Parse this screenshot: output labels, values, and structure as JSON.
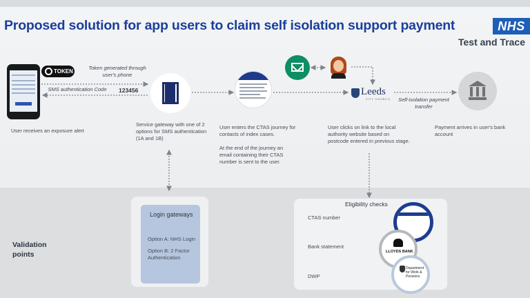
{
  "header": {
    "title": "Proposed solution for app users to claim self isolation support payment",
    "logo_text": "NHS",
    "subtitle": "Test and Trace"
  },
  "flow": {
    "token_badge": "TOKEN",
    "token_label": "Token generated through user's phone",
    "sms_label": "SMS authentication Code",
    "sms_code": "123456",
    "leeds_logo": "Leeds",
    "leeds_sub": "CITY COUNCIL",
    "payment_label": "Self-isolation payment transfer",
    "steps": [
      "User receives an exposure alert",
      "Service gateway with one of 2 options for SMS authentication (1A and 1B)",
      "User enters the CTAS journey for contacts of index cases.",
      "At the end of the journey an email containing their CTAS number is sent to the user.",
      "User clicks on link to the local authority website based on postcode entered in previous stage.",
      "Payment arrives in user's bank account"
    ]
  },
  "validation": {
    "label": "Validation points",
    "login": {
      "title": "Login gateways",
      "option_a": "Option A: NHS Login",
      "option_b": "Option B: 2 Factor Authentication"
    },
    "eligibility": {
      "title": "Eligibility checks",
      "items": [
        "CTAS number",
        "Bank statement",
        "DWP"
      ],
      "lloyds": "LLOYDS BANK",
      "dwp_logo": "Department for Work & Pensions"
    }
  },
  "colors": {
    "title_blue": "#1b3f9a",
    "nhs_blue": "#1e5eb7",
    "email_green": "#0e8e63",
    "login_fill": "#b7c6df"
  }
}
